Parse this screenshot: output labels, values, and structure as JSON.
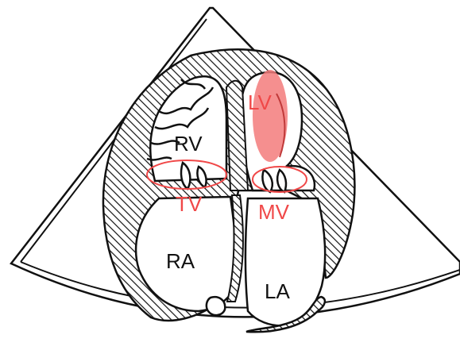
{
  "labels": {
    "lv": "LV",
    "rv": "RV",
    "tv": "TV",
    "mv": "MV",
    "ra": "RA",
    "la": "LA"
  },
  "colors": {
    "outline": "#111111",
    "highlight": "#f04848",
    "lv_fill": "#f37b7b",
    "background": "#ffffff"
  },
  "icons": {
    "hatch": "diagonal-hatch-pattern"
  }
}
